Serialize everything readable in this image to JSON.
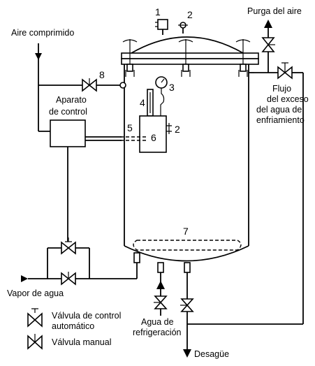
{
  "labels": {
    "compressed_air": "Aire comprimido",
    "air_purge": "Purga del aire",
    "control_device_line1": "Aparato",
    "control_device_line2": "de control",
    "excess_flow_line1": "Flujo",
    "excess_flow_line2": "del exceso",
    "excess_flow_line3": "del agua de",
    "excess_flow_line4": "enfriamiento",
    "steam": "Vapor de agua",
    "cooling_water_line1": "Agua de",
    "cooling_water_line2": "refrigeración",
    "drain": "Desagüe"
  },
  "numbers": {
    "n1": "1",
    "n2_top": "2",
    "n3": "3",
    "n4": "4",
    "n5": "5",
    "n6": "6",
    "n2_side": "2",
    "n7": "7",
    "n8": "8"
  },
  "legend": {
    "control_valve_line1": "Válvula de control",
    "control_valve_line2": "automático",
    "manual_valve": "Válvula manual"
  }
}
